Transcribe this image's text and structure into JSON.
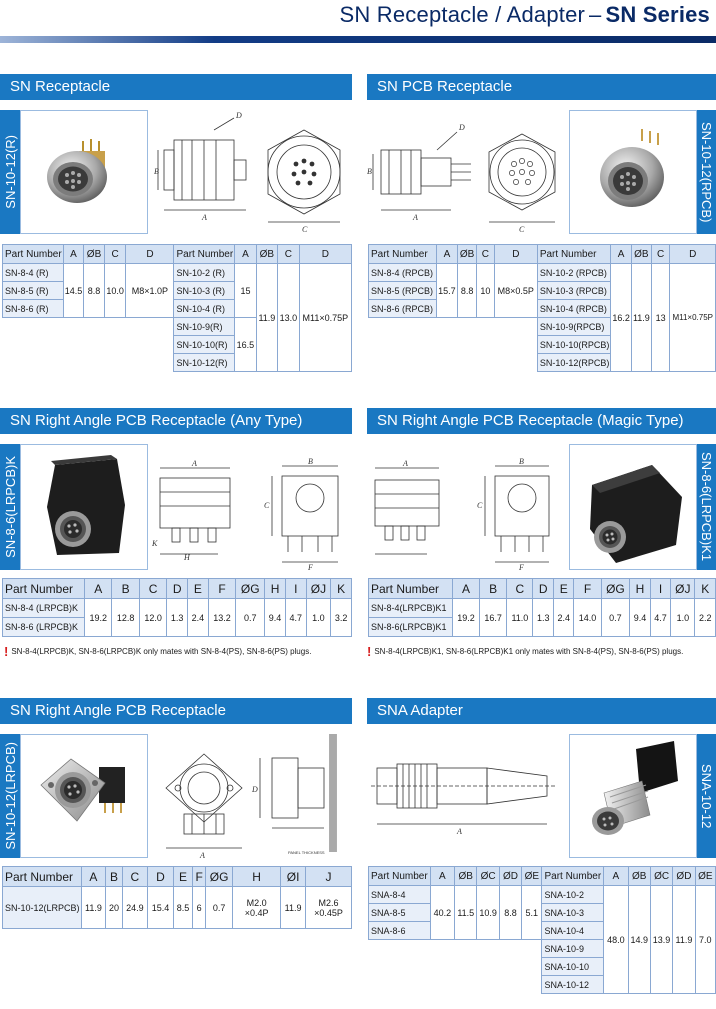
{
  "header": {
    "title_light": "SN Receptacle / Adapter",
    "dash": "–",
    "title_bold": "SN Series"
  },
  "sections": {
    "receptacle": {
      "heading": "SN Receptacle",
      "tab": "SN-10-12(R)",
      "table": {
        "headers": [
          "Part Number",
          "A",
          "ØB",
          "C",
          "D",
          "Part Number",
          "A",
          "ØB",
          "C",
          "D"
        ],
        "left_parts": [
          "SN-8-4 (R)",
          "SN-8-5 (R)",
          "SN-8-6 (R)"
        ],
        "left_values": [
          "14.5",
          "8.8",
          "10.0",
          "M8×1.0P"
        ],
        "right_parts": [
          "SN-10-2 (R)",
          "SN-10-3 (R)",
          "SN-10-4 (R)",
          "SN-10-9(R)",
          "SN-10-10(R)",
          "SN-10-12(R)"
        ],
        "right_a": [
          "15",
          "16.5"
        ],
        "right_values": [
          "11.9",
          "13.0",
          "M11×0.75P"
        ]
      }
    },
    "pcb": {
      "heading": "SN PCB Receptacle",
      "tab": "SN-10-12(RPCB)",
      "table": {
        "headers": [
          "Part Number",
          "A",
          "ØB",
          "C",
          "D",
          "Part Number",
          "A",
          "ØB",
          "C",
          "D"
        ],
        "left_parts": [
          "SN-8-4 (RPCB)",
          "SN-8-5 (RPCB)",
          "SN-8-6 (RPCB)"
        ],
        "left_values": [
          "15.7",
          "8.8",
          "10",
          "M8×0.5P"
        ],
        "right_parts": [
          "SN-10-2 (RPCB)",
          "SN-10-3 (RPCB)",
          "SN-10-4 (RPCB)",
          "SN-10-9(RPCB)",
          "SN-10-10(RPCB)",
          "SN-10-12(RPCB)"
        ],
        "right_values": [
          "16.2",
          "11.9",
          "13",
          "M11×0.75P"
        ]
      }
    },
    "any": {
      "heading": "SN Right Angle PCB Receptacle (Any Type)",
      "tab": "SN-8-6(LRPCB)K",
      "table": {
        "headers": [
          "Part Number",
          "A",
          "B",
          "C",
          "D",
          "E",
          "F",
          "ØG",
          "H",
          "I",
          "ØJ",
          "K"
        ],
        "parts": [
          "SN-8-4 (LRPCB)K",
          "SN-8-6 (LRPCB)K"
        ],
        "values": [
          "19.2",
          "12.8",
          "12.0",
          "1.3",
          "2.4",
          "13.2",
          "0.7",
          "9.4",
          "4.7",
          "1.0",
          "3.2"
        ]
      },
      "note": "SN-8-4(LRPCB)K, SN-8-6(LRPCB)K only mates with SN-8-4(PS), SN-8-6(PS) plugs."
    },
    "magic": {
      "heading": "SN Right Angle PCB Receptacle (Magic Type)",
      "tab": "SN-8-6(LRPCB)K1",
      "table": {
        "headers": [
          "Part Number",
          "A",
          "B",
          "C",
          "D",
          "E",
          "F",
          "ØG",
          "H",
          "I",
          "ØJ",
          "K"
        ],
        "parts": [
          "SN-8-4(LRPCB)K1",
          "SN-8-6(LRPCB)K1"
        ],
        "values": [
          "19.2",
          "16.7",
          "11.0",
          "1.3",
          "2.4",
          "14.0",
          "0.7",
          "9.4",
          "4.7",
          "1.0",
          "2.2"
        ]
      },
      "note": "SN-8-4(LRPCB)K1, SN-8-6(LRPCB)K1 only mates with SN-8-4(PS), SN-8-6(PS) plugs."
    },
    "rapcb": {
      "heading": "SN Right Angle PCB Receptacle",
      "tab": "SN-10-12(LRPCB)",
      "panel_label": "PANEL THICKNESS",
      "table": {
        "headers": [
          "Part Number",
          "A",
          "B",
          "C",
          "D",
          "E",
          "F",
          "ØG",
          "H",
          "ØI",
          "J"
        ],
        "part": "SN-10-12(LRPCB)",
        "values": [
          "11.9",
          "20",
          "24.9",
          "15.4",
          "8.5",
          "6",
          "0.7"
        ],
        "h_value": [
          "M2.0",
          "×0.4P"
        ],
        "i_value": "11.9",
        "j_value": [
          "M2.6",
          "×0.45P"
        ]
      }
    },
    "sna": {
      "heading": "SNA Adapter",
      "tab": "SNA-10-12",
      "table": {
        "headers": [
          "Part Number",
          "A",
          "ØB",
          "ØC",
          "ØD",
          "ØE",
          "Part Number",
          "A",
          "ØB",
          "ØC",
          "ØD",
          "ØE"
        ],
        "left_parts": [
          "SNA-8-4",
          "SNA-8-5",
          "SNA-8-6"
        ],
        "left_values": [
          "40.2",
          "11.5",
          "10.9",
          "8.8",
          "5.1"
        ],
        "right_parts": [
          "SNA-10-2",
          "SNA-10-3",
          "SNA-10-4",
          "SNA-10-9",
          "SNA-10-10",
          "SNA-10-12"
        ],
        "right_values": [
          "48.0",
          "14.9",
          "13.9",
          "11.9",
          "7.0"
        ]
      }
    }
  },
  "colors": {
    "section_blue": "#1a78c2",
    "header_navy": "#0a2a66",
    "table_head": "#d3e1f3",
    "note_red": "#d61d1d"
  }
}
